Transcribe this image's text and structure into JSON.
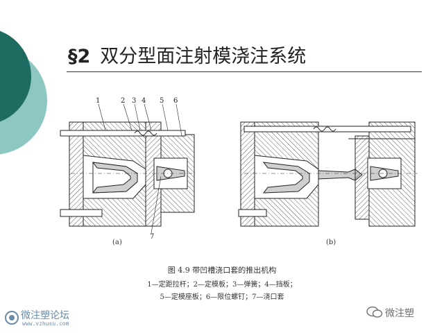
{
  "slide": {
    "section_mark": "§2",
    "title": "双分型面注射模浇注系统"
  },
  "figure": {
    "part_numbers": [
      "1",
      "2",
      "3",
      "4",
      "5",
      "6",
      "7"
    ],
    "sublabel_a": "(a)",
    "sublabel_b": "(b)",
    "caption_title": "图 4.9    带凹槽浇口套的推出机构",
    "caption_line1": "1—定距拉杆；2—定模板；3—弹簧；4—挡板；",
    "caption_line2": "5—定模座板；6—限位螺钉；7—浇口套"
  },
  "watermarks": {
    "left_text": "微注塑论坛",
    "left_url": "www.vzhusu.com",
    "right_text": "微注塑"
  },
  "colors": {
    "teal_dark": "#1d6b61",
    "teal_light": "#8cc7c1",
    "line": "#222222"
  }
}
